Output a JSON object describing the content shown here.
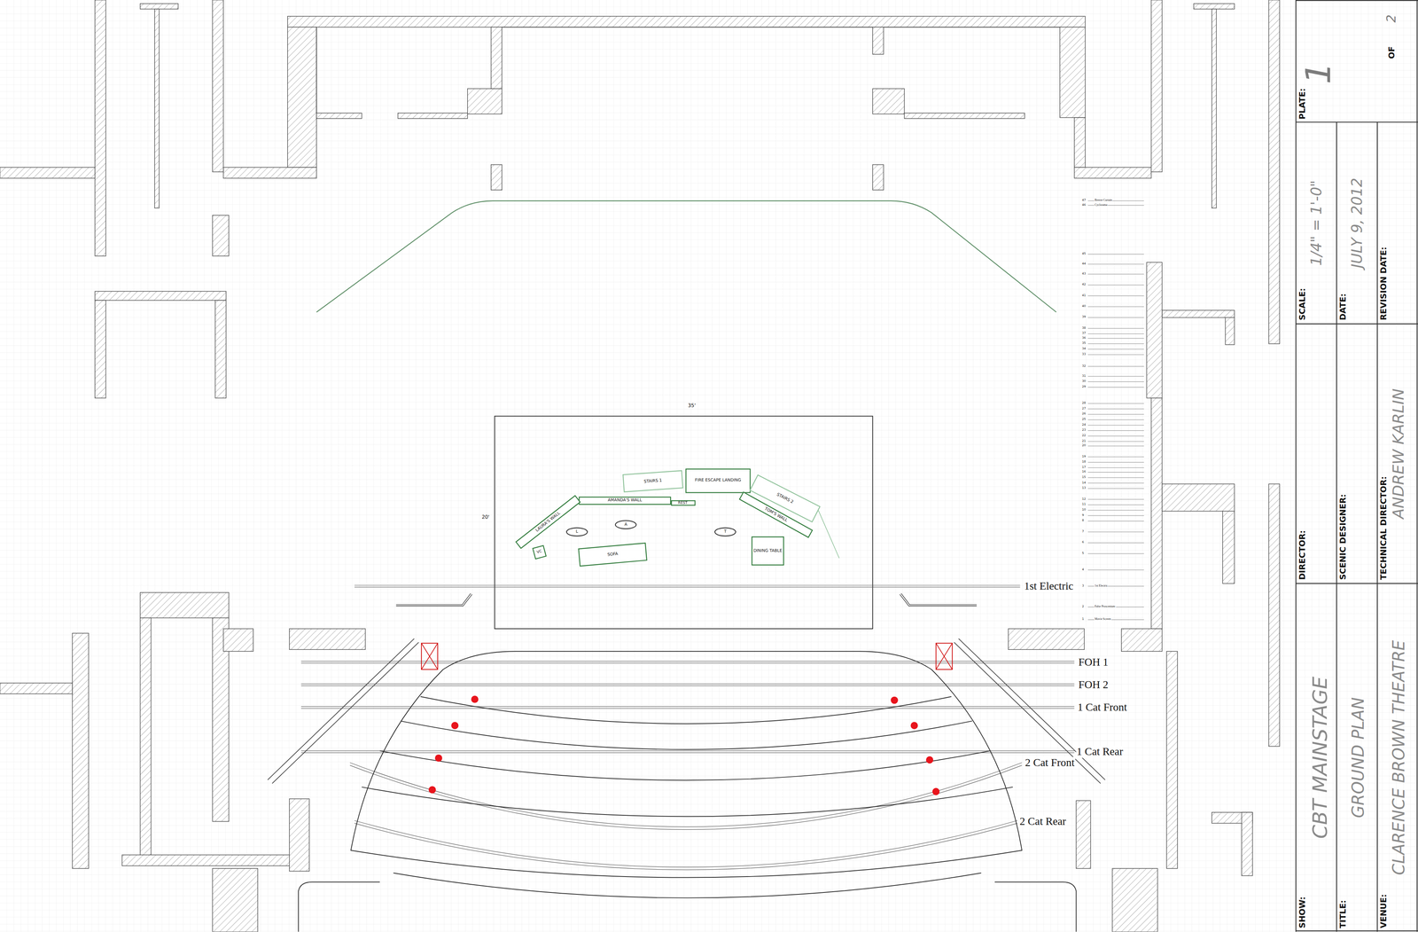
{
  "diagram": {
    "nodes": [
      {
        "text": [
          "STAIRS 1"
        ]
      },
      {
        "text": [
          "FIRE ESCAPE LANDING"
        ]
      },
      {
        "text": [
          "STAIRS 2"
        ]
      },
      {
        "text": [
          "AMANDA'S WALL"
        ]
      },
      {
        "text": [
          "REST"
        ]
      },
      {
        "text": [
          "LAURA'S WALL"
        ]
      },
      {
        "text": [
          "TOM'S WALL"
        ]
      },
      {
        "text": [
          "L"
        ]
      },
      {
        "text": [
          "A"
        ]
      },
      {
        "text": [
          "T"
        ]
      },
      {
        "text": [
          "VC"
        ]
      },
      {
        "text": [
          "SOFA"
        ]
      },
      {
        "text": [
          "DINING TABLE"
        ]
      },
      {
        "text": [
          "PLATE:",
          "1",
          "OF",
          "2"
        ]
      },
      {
        "text": [
          "SCALE:",
          "1/4\" = 1'-0\""
        ]
      },
      {
        "text": [
          "DATE:",
          "JULY 9, 2012"
        ]
      },
      {
        "text": [
          "REVISION DATE:"
        ]
      },
      {
        "text": [
          "DIRECTOR:"
        ]
      },
      {
        "text": [
          "SCENIC DESIGNER:"
        ]
      },
      {
        "text": [
          "TECHNICAL DIRECTOR:",
          "ANDREW KARLIN"
        ]
      },
      {
        "text": [
          "SHOW:",
          "CBT MAINSTAGE"
        ]
      },
      {
        "text": [
          "TITLE:",
          "GROUND PLAN"
        ]
      },
      {
        "text": [
          "VENUE:",
          "CLARENCE BROWN THEATRE"
        ]
      }
    ],
    "labels": [
      "35'",
      "20'",
      "1st Electric",
      "FOH 1",
      "FOH 2",
      "1 Cat Front",
      "1 Cat Rear",
      "2 Cat Front",
      "2 Cat Rear",
      "47",
      "Breeze Curtain",
      "46",
      "Cyclorama",
      "45",
      "44",
      "43",
      "42",
      "41",
      "40",
      "39",
      "38",
      "37",
      "36",
      "35",
      "34",
      "33",
      "32",
      "31",
      "30",
      "29",
      "28",
      "27",
      "26",
      "25",
      "24",
      "23",
      "22",
      "21",
      "20",
      "19",
      "18",
      "17",
      "16",
      "15",
      "14",
      "13",
      "12",
      "11",
      "10",
      "9",
      "8",
      "7",
      "6",
      "5",
      "4",
      "3",
      "1st Electric",
      "2",
      "False Proscenium",
      "1",
      "Movie Screen"
    ]
  }
}
